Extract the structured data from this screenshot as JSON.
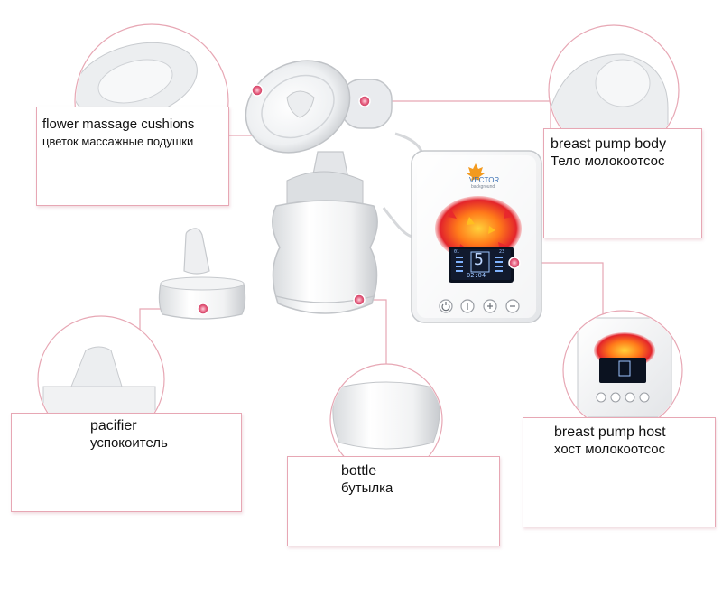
{
  "labels": {
    "flower": {
      "en": "flower massage cushions",
      "ru": "цветок массажные подушки"
    },
    "body": {
      "en": "breast pump body",
      "ru": "Тело молокоотсос"
    },
    "pacifier": {
      "en": "pacifier",
      "ru": "успокоитель"
    },
    "bottle": {
      "en": "bottle",
      "ru": "бутылка"
    },
    "host": {
      "en": "breast pump host",
      "ru": "хост молокоотсос"
    }
  },
  "device": {
    "brand": "VECTOR",
    "brand_sub": "background",
    "lcd_digit": "5",
    "lcd_time": "02:04",
    "lcd_left": "01",
    "lcd_right": "23"
  },
  "colors": {
    "accent_pink": "#e45b7c",
    "line_pink": "#e7a7b4"
  }
}
